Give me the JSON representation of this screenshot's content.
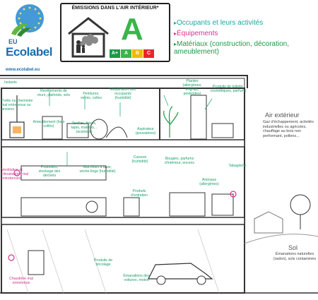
{
  "colors": {
    "accent": "#1aa06a",
    "teal": "#1aa8a0",
    "magenta": "#d6338f",
    "ecolabel_blue": "#1a6fb0",
    "grade_a": "#39b54a",
    "scale": [
      "#1a9a48",
      "#39b54a",
      "#f2b800",
      "#e8262a"
    ]
  },
  "ecolabel": {
    "eu": "EU",
    "name": "Ecolabel",
    "url": "www.ecolabel.eu"
  },
  "card": {
    "title": "ÉMISSIONS DANS L'AIR INTÉRIEUR*",
    "grade": "A",
    "scale": [
      "A+",
      "A",
      "B",
      "C"
    ]
  },
  "categories": [
    {
      "label": "Occupants et leurs activités",
      "color": "#1aa8a0"
    },
    {
      "label": "Équipements",
      "color": "#d6338f"
    },
    {
      "label": "Matériaux (construction, décoration, ameublement)",
      "color": "#1a9a48"
    }
  ],
  "labels": {
    "isolants": "Isolants",
    "revetements": "Revêtements de murs, plafonds, sols",
    "peintures": "Peintures, vernis, colles",
    "respiration": "Respiration des occupants (humidité)",
    "plantes": "Plantes (allergènes, engrais, pesticides)",
    "produits_toilette": "Produits de toilette, cosmétiques, parfums",
    "poele": "Poêle ou cheminée mal entretenus ou anciens",
    "ameublement": "Ameublement (bois collés)",
    "textiles": "Textiles, tissus, tapis, matelas... (acariens)",
    "aspirateur": "Aspirateur (poussières)",
    "ventilation": "Ventilation et climatisation mal entretenues",
    "poubelles": "Poubelles, stockage des déchets",
    "machines": "Machines à laver, sèche-linge (humidité)",
    "cuisson": "Cuisson (humidité)",
    "bougies": "Bougies, parfums d'intérieur, encens",
    "tabagisme": "Tabagisme",
    "animaux": "Animaux (allergènes)",
    "produits_entretien": "Produits d'entretien",
    "produits_bricolage": "Produits de bricolage",
    "chaudiere": "Chaudière mal entretenue",
    "emanations_voitures": "Émanations des voitures, motos"
  },
  "air": {
    "title": "Air extérieur",
    "text": "Gaz d'échappement, activités industrielles ou agricoles, chauffage au bois non performant, pollens..."
  },
  "sol": {
    "title": "Sol",
    "text": "Émanations naturelles (radon), sols contaminés"
  }
}
